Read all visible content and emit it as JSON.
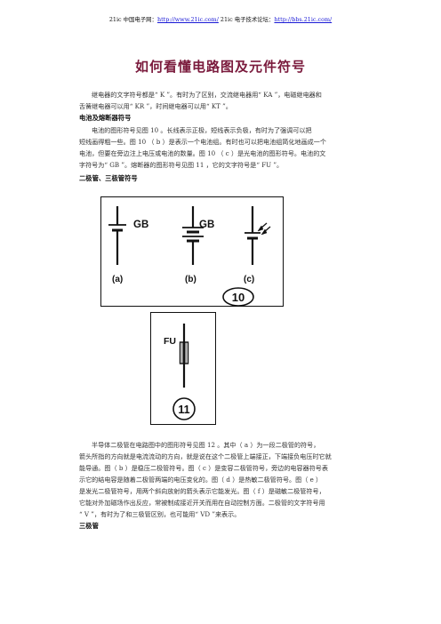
{
  "header": {
    "prefix": "21ic 中国电子网：",
    "link1": "http://www.21ic.com/",
    "middle": " 21ic 电子技术论坛：",
    "link2": "http://bbs.21ic.com/"
  },
  "title": "如何看懂电路图及元件符号",
  "intro": [
    "继电器的文字符号都是“ K ”。有时为了区别，交流继电器用“ KA ”，电磁继电器和",
    "舌簧继电器可以用“ KR ”，时间继电器可以用“ KT ”。"
  ],
  "section1_heading": "电池及熔断器符号",
  "section1_text": [
    "电池的图形符号见图 10 。长线表示正极，短线表示负极，有时为了强调可以把",
    "短线画得粗一些。图 10 （ b ）是表示一个电池组。有时也可以把电池组简化地画成一个",
    "电池，但要在旁边注上电压或电池的数量。图 10 （ c ）是光电池的图形符号。电池的文",
    "字符号为“ GB ”。熔断器的图形符号见图 11 ，它的文字符号是“ FU ”。"
  ],
  "section2_heading": "二极管、三极管符号",
  "figure10": {
    "labels": [
      "GB",
      "GB"
    ],
    "captions": [
      "(a)",
      "(b)",
      "(c)"
    ],
    "number": "10"
  },
  "figure11": {
    "label": "FU",
    "number": "11"
  },
  "section2_text": [
    "半导体二极管在电路图中的图形符号见图 12 。其中（ a ）为一段二极管的符号，",
    "箭头所指的方向就是电流流动的方向，就是说在这个二极管上端接正，下端接负电压时它就",
    "能导通。图（ b ）是稳压二极管符号。图（ c ）是变容二极管符号，旁边的电容器符号表",
    "示它的结电容是随着二极管两端的电压变化的。图（ d ）是热敏二极管符号。图（ e ）",
    "是发光二极管符号，用两个斜向放射的箭头表示它能发光。图（ f ）是磁敏二极管符号，",
    "它能对外加磁场作出反应，常被制成接近开关而用在自动控制方面。二极管的文字符号用",
    "“ V ”，有时为了和三极管区别，也可能用“ VD ”来表示。"
  ],
  "section3_heading": "三极管"
}
